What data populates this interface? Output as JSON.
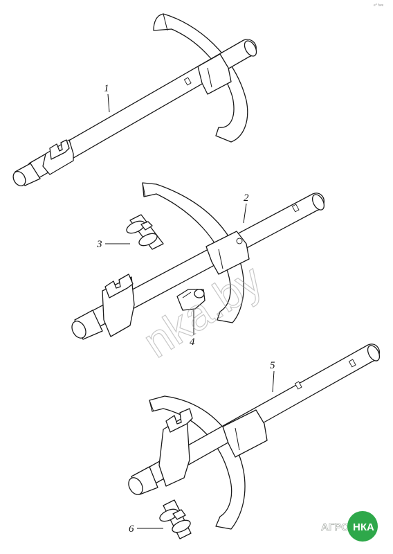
{
  "labels": {
    "p1": "1",
    "p2": "2",
    "p3": "3",
    "p4": "4",
    "p5": "5",
    "p6": "6"
  },
  "watermark": "nka.by",
  "logo": {
    "left_text": "АГРО",
    "badge_text": "НКА",
    "left_color": "#ffffff",
    "badge_color": "#2ea84a"
  },
  "corner_mark": "e^ fwe"
}
